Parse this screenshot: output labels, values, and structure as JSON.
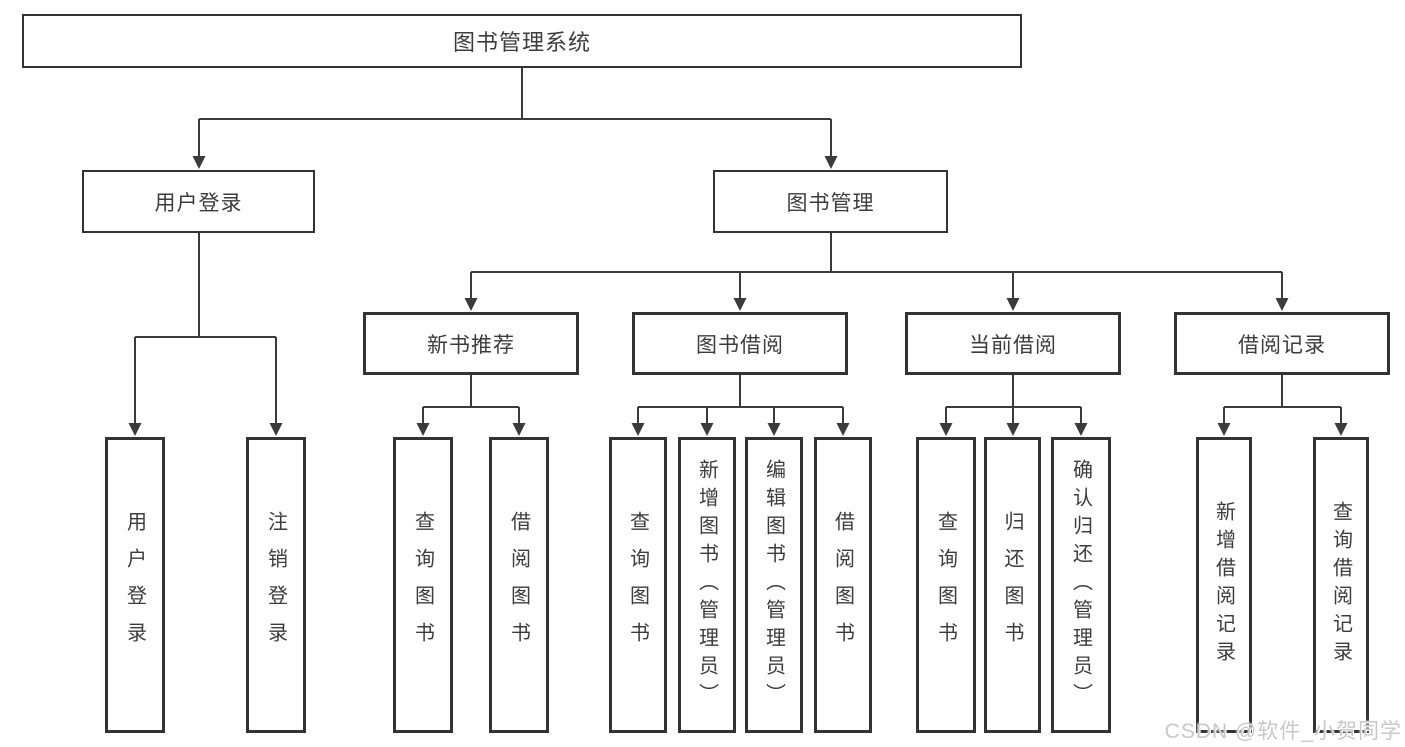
{
  "watermark": "CSDN @软件_小贺同学",
  "colors": {
    "line": "#3b3b3b",
    "border": "#333333",
    "text": "#3c3c3c",
    "watermark": "#c8c8c8",
    "background": "#ffffff"
  },
  "tree": {
    "label": "图书管理系统",
    "children": [
      {
        "label": "用户登录",
        "children": [
          {
            "label": "用户登录"
          },
          {
            "label": "注销登录"
          }
        ]
      },
      {
        "label": "图书管理",
        "children": [
          {
            "label": "新书推荐",
            "children": [
              {
                "label": "查询图书"
              },
              {
                "label": "借阅图书"
              }
            ]
          },
          {
            "label": "图书借阅",
            "children": [
              {
                "label": "查询图书"
              },
              {
                "label": "新增图书（管理员）"
              },
              {
                "label": "编辑图书（管理员）"
              },
              {
                "label": "借阅图书"
              }
            ]
          },
          {
            "label": "当前借阅",
            "children": [
              {
                "label": "查询图书"
              },
              {
                "label": "归还图书"
              },
              {
                "label": "确认归还（管理员）"
              }
            ]
          },
          {
            "label": "借阅记录",
            "children": [
              {
                "label": "新增借阅记录"
              },
              {
                "label": "查询借阅记录"
              }
            ]
          }
        ]
      }
    ]
  }
}
